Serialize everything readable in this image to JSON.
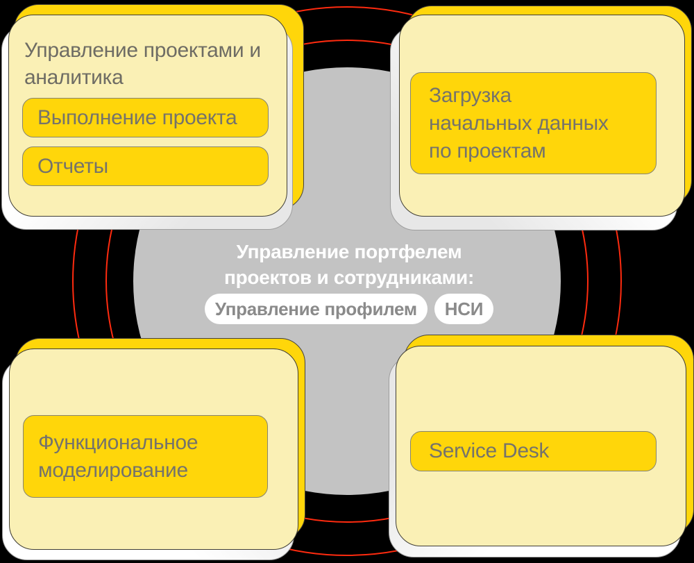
{
  "colors": {
    "background": "#000000",
    "orbit_ring": "#FF2B0F",
    "center_circle": "#C3C3C3",
    "accent_yellow": "#FFD60A",
    "card_yellow": "#FAF0B5",
    "text_gray": "#75736B",
    "center_text": "#FFFFFF"
  },
  "center": {
    "title_lines": [
      "Управление портфелем",
      "проектов и сотрудниками:"
    ],
    "pills": [
      {
        "label": "Управление профилем"
      },
      {
        "label": "НСИ"
      }
    ]
  },
  "cards": {
    "top_left": {
      "title_lines": [
        "Управление проектами и",
        "аналитика"
      ],
      "buttons": [
        {
          "label_lines": [
            "Выполнение проекта"
          ]
        },
        {
          "label_lines": [
            "Отчеты"
          ]
        }
      ]
    },
    "top_right": {
      "buttons": [
        {
          "label_lines": [
            "Загрузка",
            "начальных данных",
            "по проектам"
          ]
        }
      ]
    },
    "bottom_left": {
      "buttons": [
        {
          "label_lines": [
            "Функциональное",
            "моделирование"
          ]
        }
      ]
    },
    "bottom_right": {
      "buttons": [
        {
          "label_lines": [
            "Service Desk"
          ]
        }
      ]
    }
  }
}
